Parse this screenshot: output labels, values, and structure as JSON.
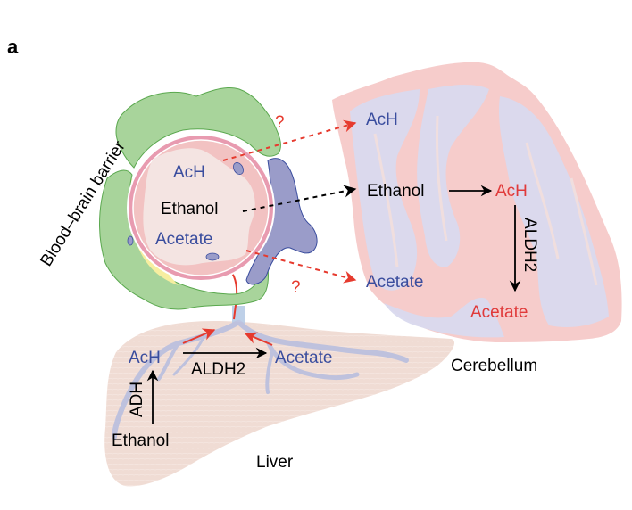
{
  "panel_label": "a",
  "colors": {
    "blue_text": "#3a4d9e",
    "red_text": "#e03a3a",
    "black_text": "#000000",
    "red_arrow": "#e63a2e",
    "bbb_green": "#a8d49b",
    "bbb_green_stroke": "#5aa84e",
    "pericyte_blue": "#9a9cc9",
    "pericyte_stroke": "#3a4d9e",
    "vessel_pink": "#f2c2c2",
    "vessel_ring": "#e89bb0",
    "lumen": "#f4e4e2",
    "yellow": "#f7eea0",
    "cerebellum_pink": "#f6cccb",
    "cerebellum_blue": "#d9d9ee",
    "liver": "#f0dcd4",
    "liver_vessel": "#b9bfdf"
  },
  "blood_vessel": {
    "title": "Blood–brain barrier",
    "molecules": {
      "ach": "AcH",
      "ethanol": "Ethanol",
      "acetate": "Acetate"
    },
    "unknown_marks": [
      "?",
      "?"
    ]
  },
  "cerebellum": {
    "title": "Cerebellum",
    "ach_in": "AcH",
    "ethanol_in": "Ethanol",
    "acetate_in": "Acetate",
    "ach_product": "AcH",
    "enzyme": "ALDH2",
    "acetate_product": "Acetate"
  },
  "liver": {
    "title": "Liver",
    "ethanol": "Ethanol",
    "enzyme_adh": "ADH",
    "ach": "AcH",
    "enzyme_aldh2": "ALDH2",
    "acetate": "Acetate"
  }
}
